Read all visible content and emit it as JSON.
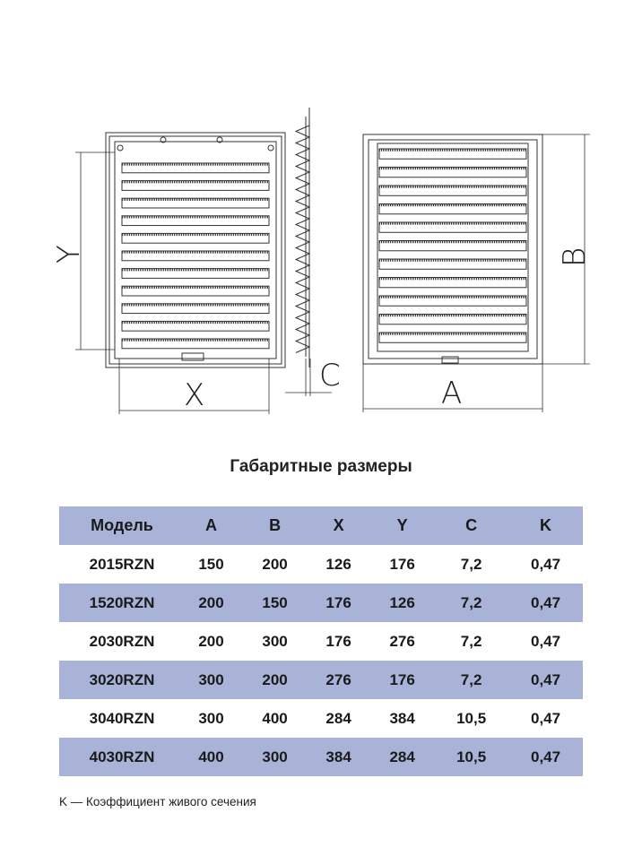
{
  "drawing": {
    "labels": {
      "x": "X",
      "y": "Y",
      "c": "C",
      "a": "A",
      "b": "B"
    },
    "line_color": "#333333"
  },
  "title": "Габаритные размеры",
  "table": {
    "header_color": "#a9b3d8",
    "columns": [
      "Модель",
      "A",
      "B",
      "X",
      "Y",
      "C",
      "K"
    ],
    "rows": [
      [
        "2015RZN",
        "150",
        "200",
        "126",
        "176",
        "7,2",
        "0,47"
      ],
      [
        "1520RZN",
        "200",
        "150",
        "176",
        "126",
        "7,2",
        "0,47"
      ],
      [
        "2030RZN",
        "200",
        "300",
        "176",
        "276",
        "7,2",
        "0,47"
      ],
      [
        "3020RZN",
        "300",
        "200",
        "276",
        "176",
        "7,2",
        "0,47"
      ],
      [
        "3040RZN",
        "300",
        "400",
        "284",
        "384",
        "10,5",
        "0,47"
      ],
      [
        "4030RZN",
        "400",
        "300",
        "384",
        "284",
        "10,5",
        "0,47"
      ]
    ]
  },
  "note": "K — Коэффициент живого сечения"
}
